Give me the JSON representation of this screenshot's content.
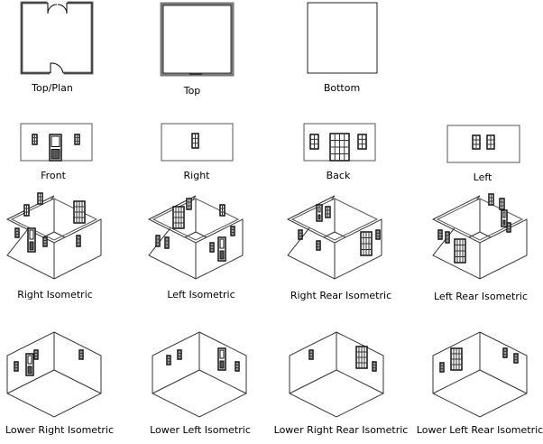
{
  "views": [
    {
      "id": "top-plan",
      "label": "Top/Plan"
    },
    {
      "id": "top",
      "label": "Top"
    },
    {
      "id": "bottom",
      "label": "Bottom"
    },
    {
      "id": "front",
      "label": "Front"
    },
    {
      "id": "right",
      "label": "Right"
    },
    {
      "id": "back",
      "label": "Back"
    },
    {
      "id": "left",
      "label": "Left"
    },
    {
      "id": "right-isometric",
      "label": "Right Isometric"
    },
    {
      "id": "left-isometric",
      "label": "Left Isometric"
    },
    {
      "id": "right-rear-isometric",
      "label": "Right Rear Isometric"
    },
    {
      "id": "left-rear-isometric",
      "label": "Left Rear Isometric"
    },
    {
      "id": "lower-right-isometric",
      "label": "Lower Right Isometric"
    },
    {
      "id": "lower-left-isometric",
      "label": "Lower Left Isometric"
    },
    {
      "id": "lower-right-rear-isometric",
      "label": "Lower Right Rear Isometric"
    },
    {
      "id": "lower-left-rear-isometric",
      "label": "Lower Left Rear Isometric"
    }
  ]
}
